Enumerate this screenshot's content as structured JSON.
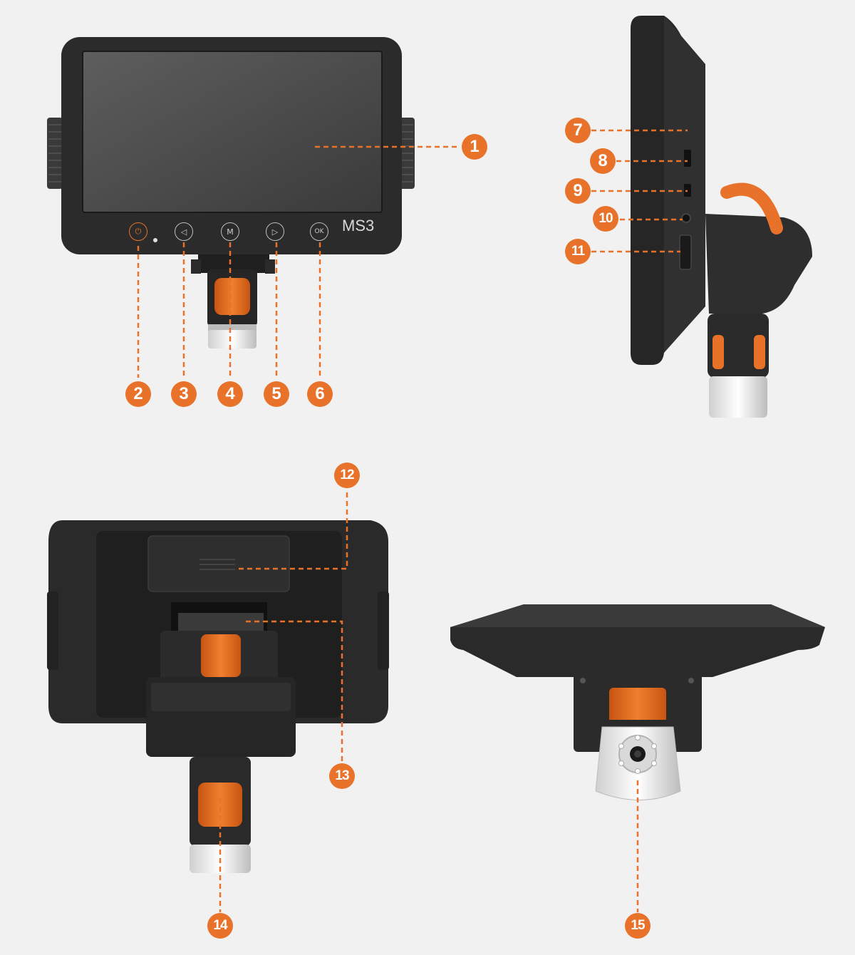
{
  "product": {
    "model_label": "MS3",
    "accent_color": "#e8722a",
    "body_color": "#2a2a2a"
  },
  "front_buttons": [
    {
      "icon": "power-icon",
      "glyph": "⏻"
    },
    {
      "icon": "left-arrow-icon",
      "glyph": "◁"
    },
    {
      "icon": "menu-icon",
      "glyph": "M"
    },
    {
      "icon": "right-arrow-icon",
      "glyph": "▷"
    },
    {
      "icon": "ok-icon",
      "glyph": "OK"
    }
  ],
  "callouts": [
    "1",
    "2",
    "3",
    "4",
    "5",
    "6",
    "7",
    "8",
    "9",
    "10",
    "11",
    "12",
    "13",
    "14",
    "15"
  ]
}
